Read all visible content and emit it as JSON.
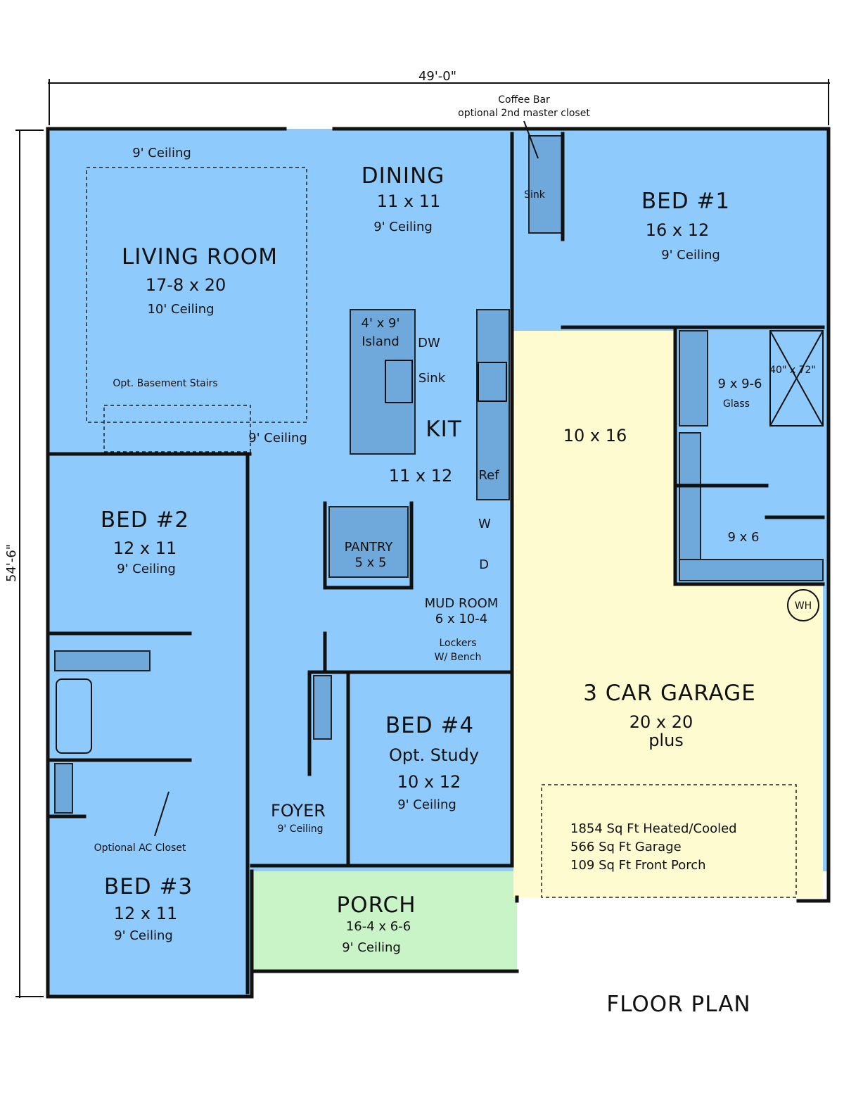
{
  "dimensions": {
    "width": "49'-0\"",
    "depth": "54'-6\""
  },
  "colors": {
    "room": "#8ecafb",
    "garage": "#fdfbcf",
    "porch": "#c8f4c8",
    "counter": "#6fa9db",
    "wall": "#111111"
  },
  "notes": {
    "coffee_bar": "Coffee Bar",
    "coffee_bar_sub": "optional 2nd master closet",
    "coffee_sink": "Sink",
    "basement": "Opt. Basement Stairs",
    "ac_closet": "Optional AC Closet",
    "glass": "Glass"
  },
  "rooms": {
    "entry_ceiling": "9' Ceiling",
    "dining": {
      "name": "DINING",
      "size": "11 x 11",
      "ceiling": "9' Ceiling"
    },
    "bed1": {
      "name": "BED #1",
      "size": "16 x 12",
      "ceiling": "9' Ceiling"
    },
    "living": {
      "name": "LIVING ROOM",
      "size": "17-8 x 20",
      "ceiling": "10' Ceiling"
    },
    "kitchen": {
      "name": "KIT",
      "size": "11 x 12",
      "ceiling": "9' Ceiling",
      "island_size": "4' x 9'",
      "island": "Island",
      "dw": "DW",
      "sink": "Sink",
      "ref": "Ref"
    },
    "master_closet": {
      "size": "10 x 16"
    },
    "master_bath": {
      "size": "9 x 9-6",
      "shower": "40\" x 72\"",
      "closet2": "9 x 6"
    },
    "bed2": {
      "name": "BED #2",
      "size": "12 x 11",
      "ceiling": "9' Ceiling"
    },
    "pantry": {
      "name": "PANTRY",
      "size": "5 x 5"
    },
    "laundry": {
      "washer": "W",
      "dryer": "D"
    },
    "mud": {
      "name": "MUD ROOM",
      "size": "6 x 10-4",
      "lockers": "Lockers",
      "bench": "W/ Bench"
    },
    "garage": {
      "name": "3 CAR GARAGE",
      "size": "20 x 20",
      "plus": "plus",
      "wh": "WH"
    },
    "bed4": {
      "name": "BED #4",
      "alt": "Opt. Study",
      "size": "10 x 12",
      "ceiling": "9' Ceiling"
    },
    "foyer": {
      "name": "FOYER",
      "ceiling": "9' Ceiling"
    },
    "bed3": {
      "name": "BED #3",
      "size": "12 x 11",
      "ceiling": "9' Ceiling"
    },
    "porch": {
      "name": "PORCH",
      "size": "16-4 x 6-6",
      "ceiling": "9' Ceiling"
    }
  },
  "areas": [
    "1854 Sq Ft Heated/Cooled",
    "566 Sq Ft Garage",
    "109 Sq Ft Front Porch"
  ],
  "title": "FLOOR PLAN"
}
